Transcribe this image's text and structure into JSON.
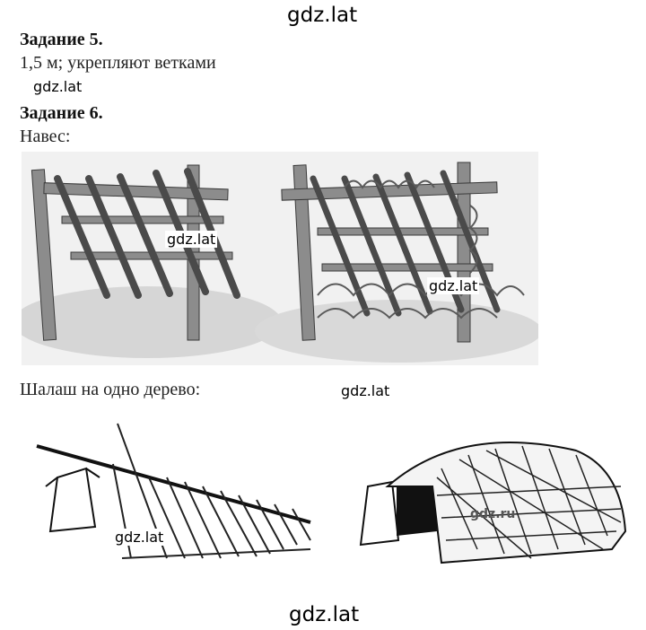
{
  "watermark": "gdz.lat",
  "watermark_ru": "gdz.ru",
  "task5": {
    "heading": "Задание 5.",
    "answer": "1,5 м; укрепляют ветками"
  },
  "task6": {
    "heading": "Задание 6.",
    "canopy_label": "Навес:",
    "hut_label": "Шалаш на одно дерево:"
  }
}
